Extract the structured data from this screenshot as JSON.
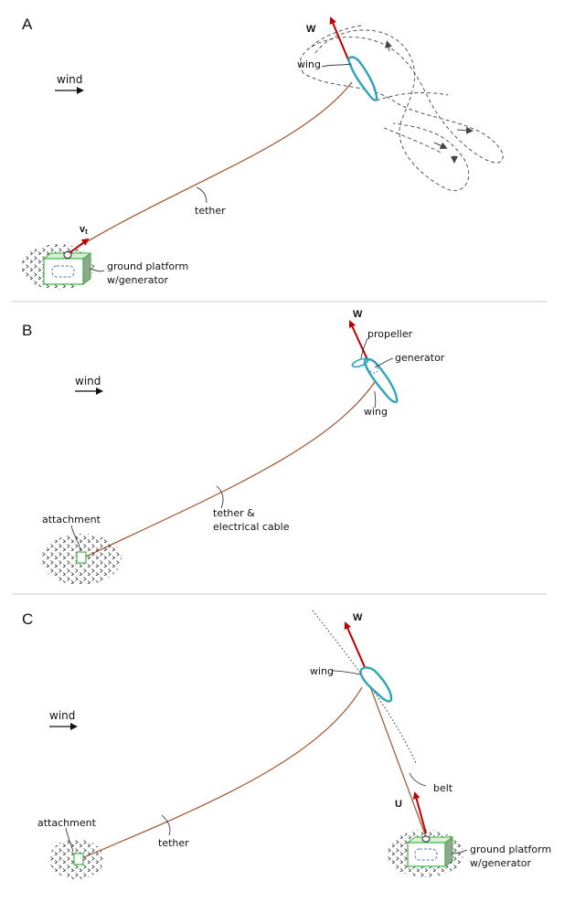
{
  "panels": {
    "a": {
      "letter": "A",
      "wind": "wind",
      "wing": "wing",
      "tether": "tether",
      "force": "W",
      "velocity": "v",
      "velocity_sub": "t",
      "platform_line1": "ground platform",
      "platform_line2": "w/generator"
    },
    "b": {
      "letter": "B",
      "wind": "wind",
      "force": "W",
      "propeller": "propeller",
      "generator": "generator",
      "wing": "wing",
      "tether_line1": "tether &",
      "tether_line2": "electrical cable",
      "attachment": "attachment"
    },
    "c": {
      "letter": "C",
      "wind": "wind",
      "force": "W",
      "wing": "wing",
      "belt": "belt",
      "belt_force": "U",
      "attachment": "attachment",
      "tether": "tether",
      "platform_line1": "ground platform",
      "platform_line2": "w/generator"
    }
  },
  "colors": {
    "tether": "#a0522d",
    "force_arrow": "#c00000",
    "wing_outline": "#2ea4b8",
    "platform": "#3cb043",
    "generator": "#4a7bd0"
  }
}
